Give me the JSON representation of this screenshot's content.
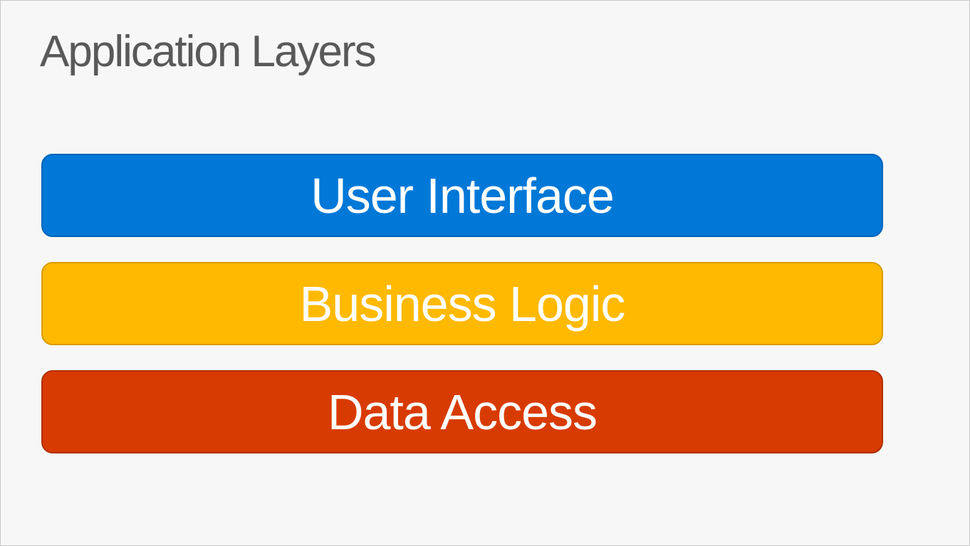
{
  "slide": {
    "title": "Application Layers",
    "background_color": "#F7F7F7",
    "border_color": "#C6C6C6",
    "title_color": "#595959"
  },
  "layers": [
    {
      "label": "User Interface",
      "fill_color": "#0078D7",
      "edge_color": "#0064BA",
      "text_color": "#FFFFFF"
    },
    {
      "label": "Business Logic",
      "fill_color": "#FFB900",
      "edge_color": "#DA9C00",
      "text_color": "#FFFFFF"
    },
    {
      "label": "Data Access",
      "fill_color": "#D83B01",
      "edge_color": "#AE2F00",
      "text_color": "#FFFFFF"
    }
  ]
}
